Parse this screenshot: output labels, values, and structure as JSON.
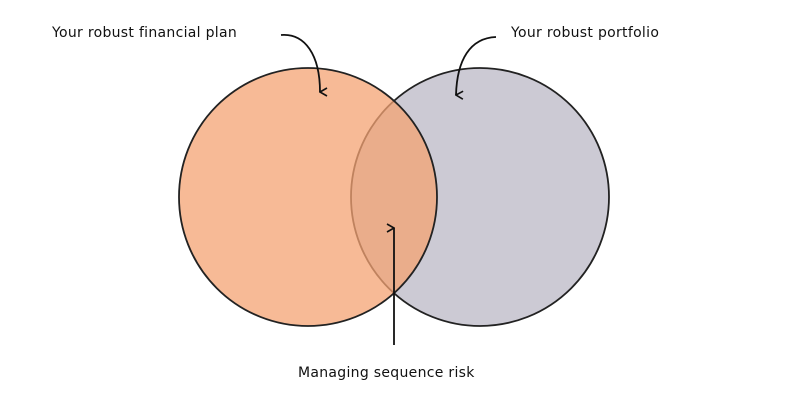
{
  "diagram": {
    "type": "venn",
    "sets": [
      {
        "label": "Your robust financial plan",
        "color": "#f4a373"
      },
      {
        "label": "Your robust portfolio",
        "color": "#cccad4"
      }
    ],
    "intersection": {
      "label": "Managing sequence risk"
    },
    "stroke_color": "#222222"
  }
}
